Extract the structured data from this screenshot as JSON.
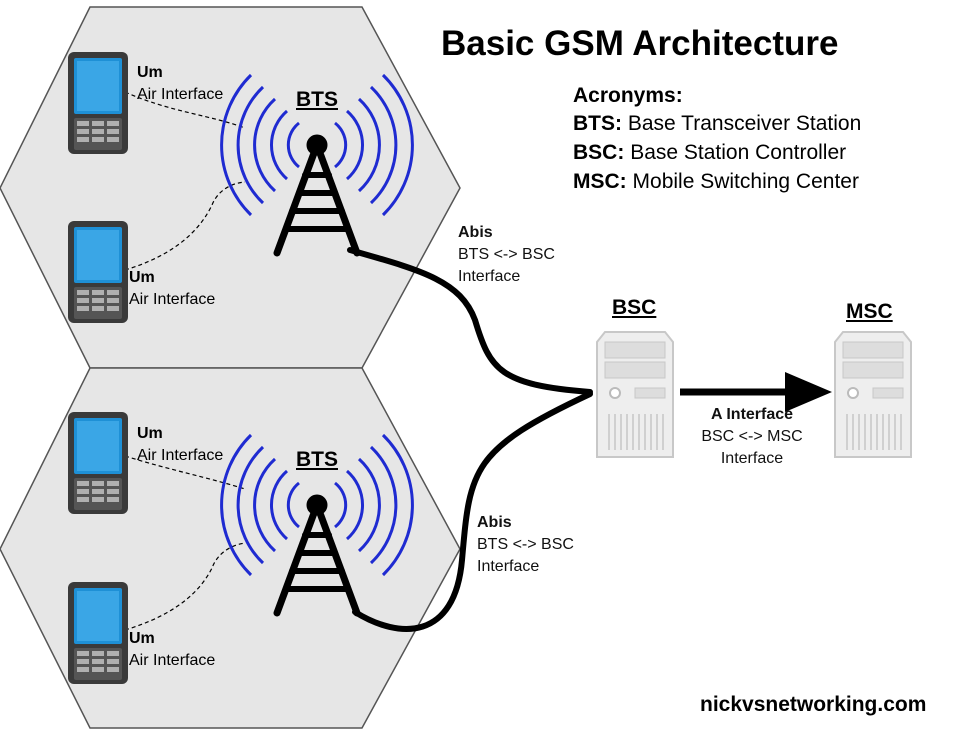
{
  "title": "Basic GSM Architecture",
  "acronyms": {
    "heading": "Acronyms:",
    "items": [
      {
        "abbr": "BTS:",
        "full": "Base Transceiver Station"
      },
      {
        "abbr": "BSC:",
        "full": "Base Station Controller"
      },
      {
        "abbr": "MSC:",
        "full": "Mobile Switching Center"
      }
    ]
  },
  "cells": [
    {
      "bts_label": "BTS",
      "phones": [
        {
          "iface": "Um",
          "iface_desc": "Air Interface"
        },
        {
          "iface": "Um",
          "iface_desc": "Air Interface"
        }
      ],
      "link": {
        "name": "Abis",
        "line1": "BTS <-> BSC",
        "line2": "Interface"
      }
    },
    {
      "bts_label": "BTS",
      "phones": [
        {
          "iface": "Um",
          "iface_desc": "Air Interface"
        },
        {
          "iface": "Um",
          "iface_desc": "Air Interface"
        }
      ],
      "link": {
        "name": "Abis",
        "line1": "BTS <-> BSC",
        "line2": "Interface"
      }
    }
  ],
  "bsc": {
    "label": "BSC"
  },
  "msc": {
    "label": "MSC"
  },
  "a_interface": {
    "name": "A Interface",
    "line1": "BSC <-> MSC",
    "line2": "Interface"
  },
  "footer": "nickvsnetworking.com",
  "colors": {
    "cell_fill": "#e6e6e6",
    "radio_waves": "#1f2bd1",
    "phone_screen": "#1e90d6"
  }
}
